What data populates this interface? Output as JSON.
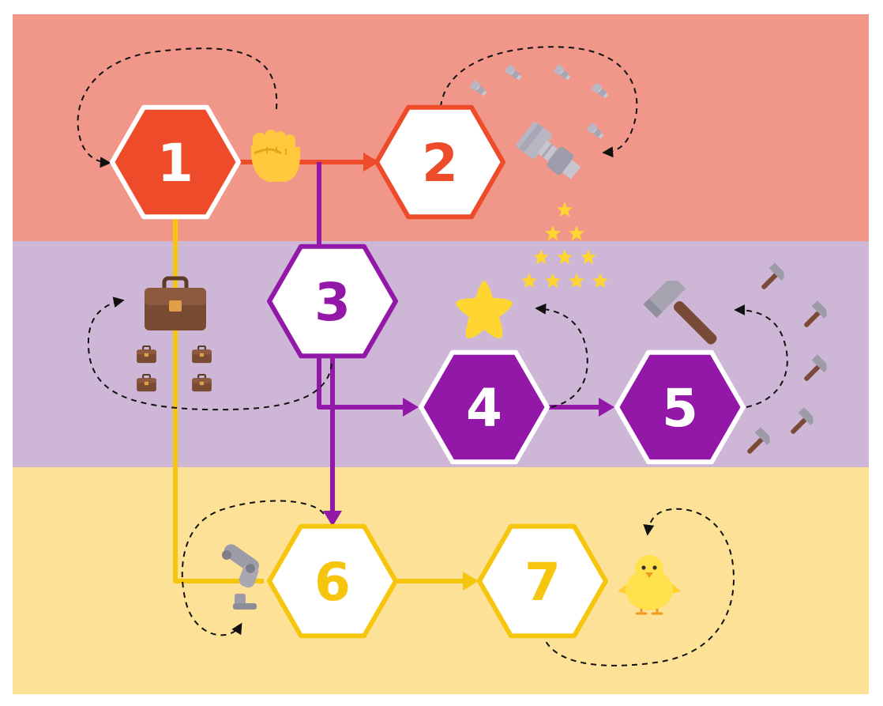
{
  "diagram": {
    "bands": [
      {
        "id": "band-top",
        "color": "#F0978A"
      },
      {
        "id": "band-middle",
        "color": "#CDB6D6"
      },
      {
        "id": "band-bottom",
        "color": "#FDE196"
      }
    ],
    "colors": {
      "red": "#EE4B2B",
      "purple": "#9418A8",
      "yellow": "#F6C60F",
      "white": "#FFFFFF"
    },
    "nodes": [
      {
        "id": "1",
        "label": "1",
        "style": "filled",
        "color": "red"
      },
      {
        "id": "2",
        "label": "2",
        "style": "outline",
        "color": "red"
      },
      {
        "id": "3",
        "label": "3",
        "style": "outline",
        "color": "purple"
      },
      {
        "id": "4",
        "label": "4",
        "style": "filled",
        "color": "purple"
      },
      {
        "id": "5",
        "label": "5",
        "style": "filled",
        "color": "purple"
      },
      {
        "id": "6",
        "label": "6",
        "style": "outline",
        "color": "yellow"
      },
      {
        "id": "7",
        "label": "7",
        "style": "outline",
        "color": "yellow"
      }
    ],
    "edges": [
      {
        "from": "1",
        "to": "2",
        "color": "red"
      },
      {
        "from": "1",
        "to": "6",
        "color": "yellow"
      },
      {
        "from": "1",
        "to": "3",
        "color": "purple"
      },
      {
        "from": "3",
        "to": "4",
        "color": "purple"
      },
      {
        "from": "3",
        "to": "6",
        "color": "purple"
      },
      {
        "from": "4",
        "to": "5",
        "color": "purple"
      },
      {
        "from": "6",
        "to": "7",
        "color": "yellow"
      }
    ],
    "icons": [
      {
        "name": "fist-icon",
        "near": "1"
      },
      {
        "name": "bolt-icon",
        "near": "2"
      },
      {
        "name": "briefcase-icon",
        "near": "3"
      },
      {
        "name": "star-icon",
        "near": "4"
      },
      {
        "name": "hammer-icon",
        "near": "5"
      },
      {
        "name": "robot-arm-icon",
        "near": "6"
      },
      {
        "name": "chick-icon",
        "near": "7"
      }
    ]
  }
}
